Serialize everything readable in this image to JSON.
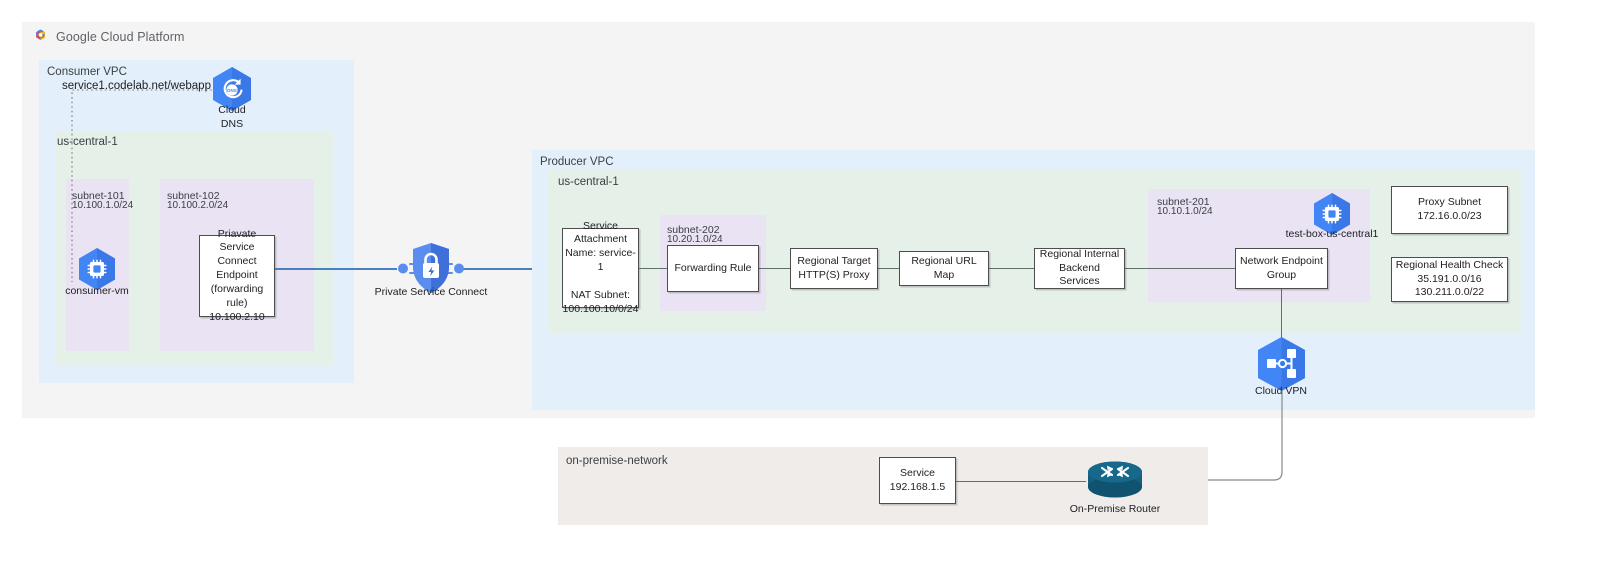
{
  "brand": {
    "logo_icon": "google-cloud-logo-icon",
    "title": "Google Cloud Platform"
  },
  "colors": {
    "vpc_blue": "#e3effb",
    "region_green": "#e4f0e8",
    "subnet_purple": "#eae3f3",
    "onprem_gray": "#efecea",
    "shell_gray": "#f4f4f4",
    "psc_link_blue": "#4a7fc1",
    "link_gray": "#5f6f6a",
    "gcp_icon_blue": "#4285f4",
    "router_teal": "#14607f"
  },
  "consumer": {
    "vpc_label": "Consumer VPC",
    "region_label": "us-central-1",
    "dns_hostname": "service1.codelab.net/webapp",
    "cloud_dns": {
      "icon": "cloud-dns-icon",
      "label": "Cloud\nDNS"
    },
    "subnets": [
      {
        "name": "subnet-101",
        "cidr": "10.100.1.0/24"
      },
      {
        "name": "subnet-102",
        "cidr": "10.100.2.0/24"
      }
    ],
    "vm": {
      "icon": "compute-engine-icon",
      "label": "consumer-vm"
    },
    "psc_endpoint": {
      "lines": "Priavate Service\nConnect Endpoint\n(forwarding rule)\n10.100.2.10"
    }
  },
  "private_service_connect": {
    "icon": "private-service-connect-shield-icon",
    "label": "Private Service Connect"
  },
  "producer": {
    "vpc_label": "Producer VPC",
    "region_label": "us-central-1",
    "service_attachment": {
      "lines": "Service\nAttachment\nName: service-1\n\nNAT Subnet:\n100.100.10/0/24"
    },
    "subnet_202": {
      "name": "subnet-202",
      "cidr": "10.20.1.0/24"
    },
    "subnet_201": {
      "name": "subnet-201",
      "cidr": "10.10.1.0/24"
    },
    "chain": [
      {
        "id": "forwarding-rule",
        "lines": "Forwarding Rule"
      },
      {
        "id": "regional-target-proxy",
        "lines": "Regional Target\nHTTP(S) Proxy"
      },
      {
        "id": "regional-url-map",
        "lines": "Regional URL Map"
      },
      {
        "id": "regional-backend-services",
        "lines": "Regional Internal\nBackend Services"
      },
      {
        "id": "network-endpoint-group",
        "lines": "Network Endpoint\nGroup"
      }
    ],
    "test_box": {
      "icon": "compute-engine-icon",
      "label": "test-box-us-central1"
    },
    "proxy_subnet": {
      "lines": "Proxy Subnet\n172.16.0.0/23"
    },
    "health_check": {
      "lines": "Regional Health Check\n35.191.0.0/16\n130.211.0.0/22"
    },
    "cloud_vpn": {
      "icon": "cloud-vpn-icon",
      "label": "Cloud VPN"
    }
  },
  "on_premise": {
    "network_label": "on-premise-network",
    "service": {
      "lines": "Service\n192.168.1.5"
    },
    "router": {
      "icon": "on-premise-router-icon",
      "label": "On-Premise Router"
    }
  }
}
